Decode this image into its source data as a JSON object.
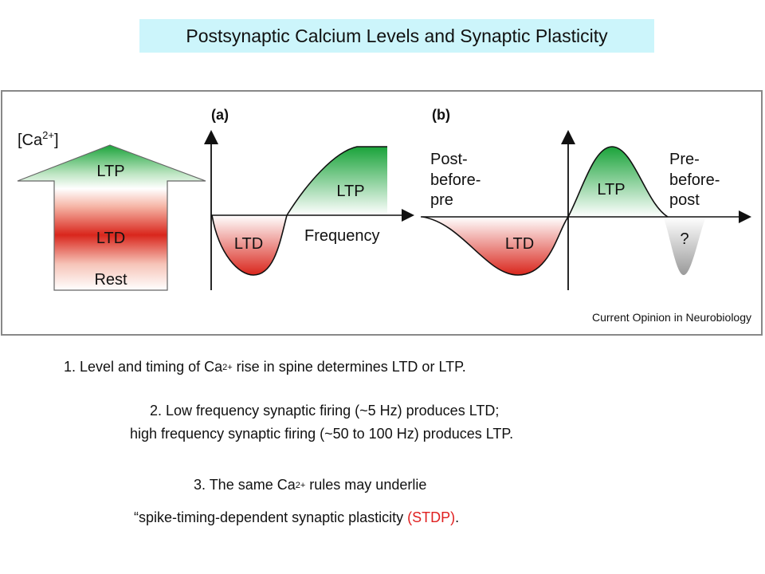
{
  "title": "Postsynaptic  Calcium Levels and Synaptic Plasticity",
  "figure": {
    "arrow_axis_label": "[Ca2+]",
    "arrow_axis_label_main": "[Ca",
    "arrow_axis_label_sup": "2+",
    "arrow_axis_label_end": "]",
    "arrow_levels": [
      "LTP",
      "LTD",
      "Rest"
    ],
    "panel_a": {
      "label": "(a)",
      "ltd_label": "LTD",
      "ltp_label": "LTP",
      "x_axis_label": "Frequency"
    },
    "panel_b": {
      "label": "(b)",
      "left_label_lines": [
        "Post-",
        "before-",
        "pre"
      ],
      "right_label_lines": [
        "Pre-",
        "before-",
        "post"
      ],
      "ltd_label": "LTD",
      "ltp_label": "LTP",
      "unknown_label": "?"
    },
    "credit": "Current Opinion in Neurobiology",
    "colors": {
      "ltp_green": "#1aa33a",
      "ltd_red": "#d9261c",
      "unknown_gray": "#9a9a9a",
      "frame_gray": "#888888"
    }
  },
  "points": {
    "p1_prefix": "1.  Level and timing of Ca",
    "p1_sup": "2+",
    "p1_suffix": " rise in spine determines LTD or LTP.",
    "p2_line1": "2.   Low frequency synaptic firing (~5 Hz) produces LTD;",
    "p2_line2": "high frequency synaptic firing (~50 to 100 Hz) produces LTP.",
    "p3_prefix": "3.   The same Ca",
    "p3_sup": "2+",
    "p3_suffix": " rules may underlie",
    "p3_line2_text": "“spike-timing-dependent  synaptic plasticity ",
    "p3_line2_highlight": "(STDP)",
    "p3_line2_end": "."
  }
}
